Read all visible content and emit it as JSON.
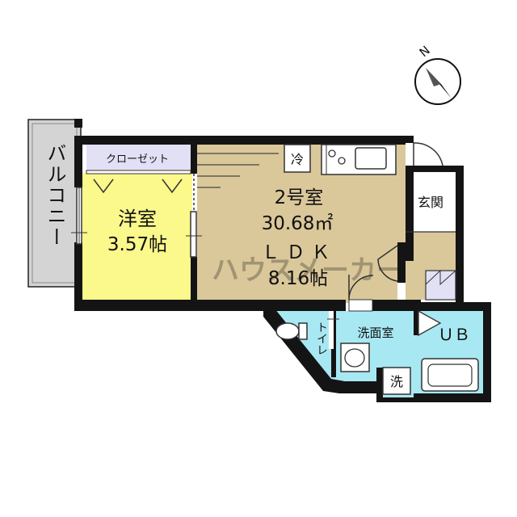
{
  "compass": {
    "north_label": "N"
  },
  "rooms": {
    "balcony": {
      "label": "バルコニー"
    },
    "closet": {
      "label": "クローゼット"
    },
    "western_room": {
      "label": "洋室",
      "size": "3.57帖"
    },
    "ldk": {
      "unit": "2号室",
      "area": "30.68㎡",
      "label": "ＬＤＫ",
      "size": "8.16帖"
    },
    "fridge": {
      "label": "冷"
    },
    "entrance": {
      "label": "玄関"
    },
    "toilet": {
      "label": "トイレ"
    },
    "washroom": {
      "label": "洗面室"
    },
    "unit_bath": {
      "label": "ＵＢ"
    },
    "washer": {
      "label": "洗"
    }
  },
  "watermark": {
    "text": "ハウスメーカー"
  },
  "colors": {
    "wall": "#141414",
    "balcony": "#d4d4d4",
    "closet": "#e2e0f5",
    "western_room": "#fbf88c",
    "ldk": "#dac89a",
    "wet_area": "#a8e8f3",
    "entrance": "#ffffff"
  }
}
